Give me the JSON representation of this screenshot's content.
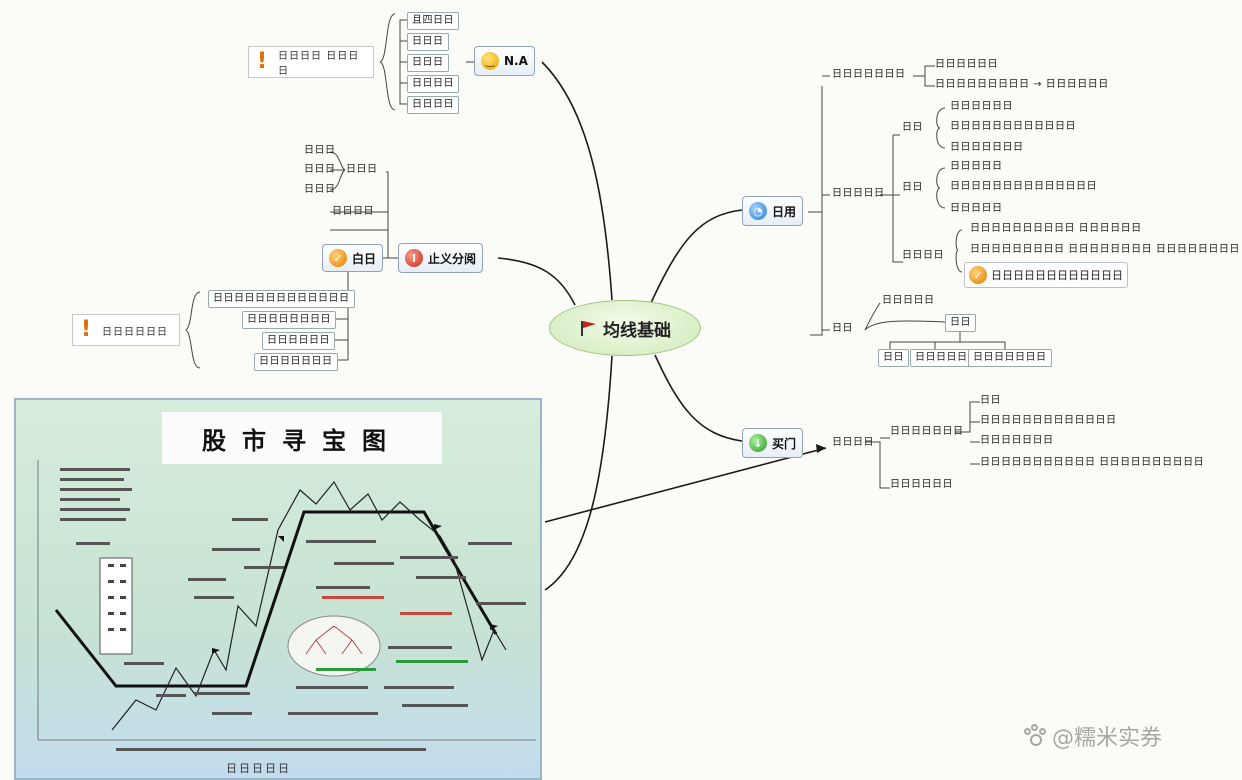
{
  "central": {
    "title": "均线基础",
    "icon": "red-flag-icon"
  },
  "branches": {
    "top": {
      "label": "N.A",
      "icon": "yellow-smiley-icon"
    },
    "left": {
      "label": "止义分阅",
      "icon": "red-circle-icon"
    },
    "left_sub": {
      "label": "白日",
      "icon": "orange-check-icon"
    },
    "right_upper": {
      "label": "日用",
      "icon": "blue-circle-icon"
    },
    "right_lower": {
      "label": "买门",
      "icon": "green-circle-icon"
    }
  },
  "top_leaves": [
    "且四日日",
    "日日日",
    "日日日",
    "日日日日",
    "日日日日"
  ],
  "top_note": "日日日日  日日日日",
  "left_upper_leaves": [
    "日日日",
    "日日日",
    "日日日",
    "日日日日",
    "日日日"
  ],
  "left_lower_leaves": [
    "日日日日日日日日日日日日日",
    "日日日日日日日日",
    "日日日日日日",
    "日日日日日日日"
  ],
  "left_note": "日日日日日日",
  "right_upper_tree": {
    "top_leaf": "日日日日日日日",
    "top_children": [
      "日日日日日日",
      "日日日日日日日日日  →  日日日日日日"
    ],
    "mid_label": "日日日日日",
    "group1_label": "日日",
    "group1_items": [
      "日日日日日日",
      "日日日日日日日日日日日日",
      "日日日日日日日"
    ],
    "group2_label": "日日",
    "group2_items": [
      "日日日日日",
      "日日日日日日日日日日日日日日",
      "日日日日日"
    ],
    "group3_label": "日日日日",
    "group3_items": [
      "日日日日日日日日日日  日日日日日日",
      "日日日日日日日日日  日日日日日日日日  日日日日日日日日",
      "日日日日日日日日日日日日"
    ],
    "bottom_label": "日日",
    "bottom_top": "日日日日日",
    "bottom_box": "日日",
    "bottom_children": [
      "日日",
      "日日日日日",
      "日日日日日日日"
    ]
  },
  "right_lower_tree": {
    "label": "日日日日",
    "mid1": "日日日日日日日",
    "mid2": "日日日日日日",
    "items": [
      "日日",
      "日日日日日日日日日日日日日",
      "日日日日日日日",
      "日日日日日日日日日日日  日日日日日日日日日日"
    ]
  },
  "picture": {
    "title": "股市寻宝图",
    "caption": "日日日日日"
  },
  "watermark": {
    "text": "@糯米实券",
    "icon": "paw-icon"
  },
  "colors": {
    "central_fill": "#cfe9ba",
    "line": "#1b1b1b",
    "branch_border": "#8fa2b8"
  }
}
